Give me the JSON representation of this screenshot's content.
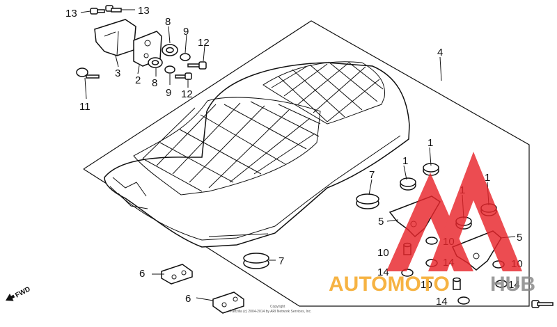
{
  "callouts": {
    "c13a": "13",
    "c13b": "13",
    "c8a": "8",
    "c9a": "9",
    "c12a": "12",
    "c3": "3",
    "c2": "2",
    "c8b": "8",
    "c9b": "9",
    "c12b": "12",
    "c11": "11",
    "c4": "4",
    "c1a": "1",
    "c1b": "1",
    "c1c": "1",
    "c1d": "1",
    "c7a": "7",
    "c7b": "7",
    "c5a": "5",
    "c5b": "5",
    "c10a": "10",
    "c10b": "10",
    "c10c": "10",
    "c10d": "10",
    "c14a": "14",
    "c14b": "14",
    "c14c": "14",
    "c14d": "14",
    "c6a": "6",
    "c6b": "6"
  },
  "direction_label": "FWD",
  "copyright": {
    "line1": "Copyright",
    "line2": "Partzilla (c) 2004-2014 by ARI Network Services, Inc."
  },
  "watermark": {
    "word_part1": "AUTOMOTO",
    "word_part2": "HUB",
    "color_red": "#e8252b",
    "color_orange": "#f5a623"
  }
}
